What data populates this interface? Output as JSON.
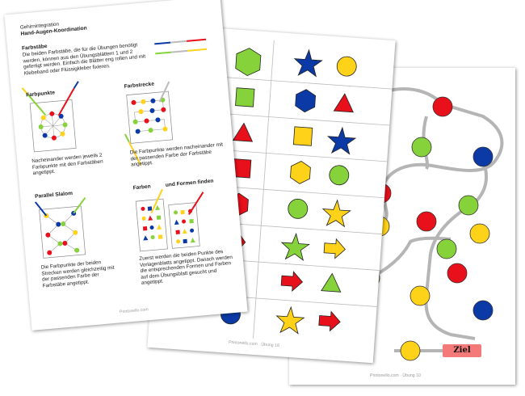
{
  "sheet1": {
    "category": "Gehirnintegration",
    "title": "Hand-Augen-Koordination",
    "sticks_heading": "Farbstäbe",
    "sticks_text": "Die beiden Farbstäbe, die für die Übungen benötigt werden, können aus den Übungsblättern 1 und 2 gefertigt werden. Einfach die Blätter eng rollen und mit Klebeband oder Flüssigkleber fixieren.",
    "ex1_heading": "Farbpunkte",
    "ex1_text": "Nacheinander werden jeweils 2 Farbpunkte mit den Farbstäben angetippt.",
    "ex2_heading": "Farbstrecke",
    "ex2_text": "Die Farbpunkte werden nacheinander mit der passenden Farbe der Farbstäbe angetippt.",
    "ex3_heading": "Parallel Slalom",
    "ex3_text": "Die Farbpunkte der beiden Strecken werden gleichzeitig mit der passenden Farbe der Farbstäbe angetippt.",
    "ex4_heading": "Farben          und Formen finden",
    "ex4_text": "Zuerst werden die beiden Punkte des Vorlagenblatts angetippt. Danach werden die entsprechenden Formen und Farben auf dem Übungsblatt gesucht und angetippt.",
    "footer": "Printonello.com"
  },
  "sheet2": {
    "footer": "Printonello.com  ·  Übung 18"
  },
  "sheet3": {
    "goal_label": "Ziel",
    "footer": "Printonello.com  ·  Übung 10"
  },
  "colors": {
    "red": "#e8101a",
    "green": "#86d23a",
    "blue": "#0b3aa6",
    "yellow": "#ffd21a",
    "path": "#b5b5b5",
    "goal": "#f47a7a"
  }
}
